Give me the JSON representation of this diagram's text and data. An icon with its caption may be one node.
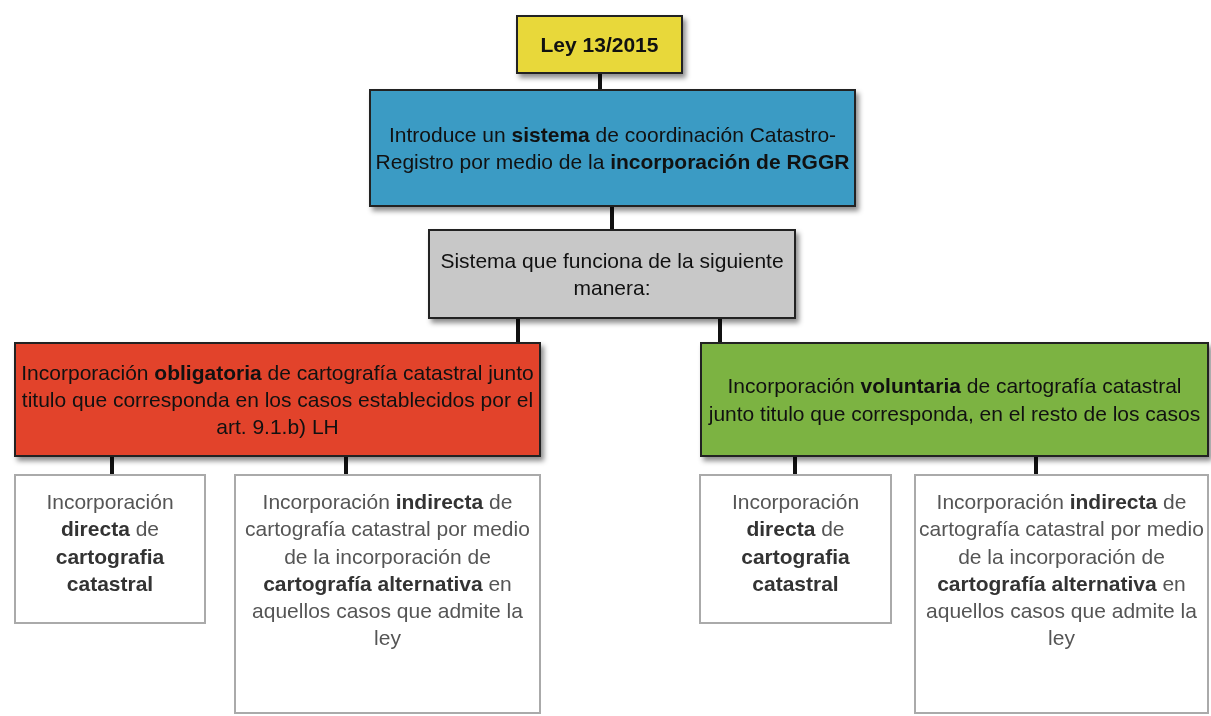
{
  "diagram": {
    "nodes": [
      {
        "text": [
          "Ley 13/2015"
        ]
      },
      {
        "text": [
          "Introduce un **sistema** de coordinación Catastro-Registro por medio de la **incorporación de RGGR**"
        ]
      },
      {
        "text": [
          "Sistema que funciona de la siguiente manera:"
        ]
      },
      {
        "text": [
          "Incorporación **obligatoria** de cartografía catastral junto titulo que corresponda en los casos establecidos por el art. 9.1.b) LH"
        ]
      },
      {
        "text": [
          "Incorporación **voluntaria** de cartografía catastral junto titulo que corresponda, en el resto de los casos"
        ]
      },
      {
        "text": [
          "Incorporación **directa** de **cartografia catastral**"
        ]
      },
      {
        "text": [
          "Incorporación **indirecta** de cartografía catastral por medio de la incorporación de **cartografía alternativa** en aquellos casos que admite la ley"
        ]
      },
      {
        "text": [
          "Incorporación **directa** de **cartografia catastral**"
        ]
      },
      {
        "text": [
          "Incorporación **indirecta** de cartografía catastral por medio de la incorporación de **cartografía alternativa** en aquellos casos que admite la ley"
        ]
      }
    ],
    "edges": [
      {
        "from": 0,
        "to": 1,
        "arrow": "none"
      },
      {
        "from": 1,
        "to": 2,
        "arrow": "none"
      },
      {
        "from": 2,
        "to": 3,
        "arrow": "none"
      },
      {
        "from": 2,
        "to": 4,
        "arrow": "none"
      },
      {
        "from": 3,
        "to": 5,
        "arrow": "none"
      },
      {
        "from": 3,
        "to": 6,
        "arrow": "none"
      },
      {
        "from": 4,
        "to": 7,
        "arrow": "none"
      },
      {
        "from": 4,
        "to": 8,
        "arrow": "none"
      }
    ]
  }
}
